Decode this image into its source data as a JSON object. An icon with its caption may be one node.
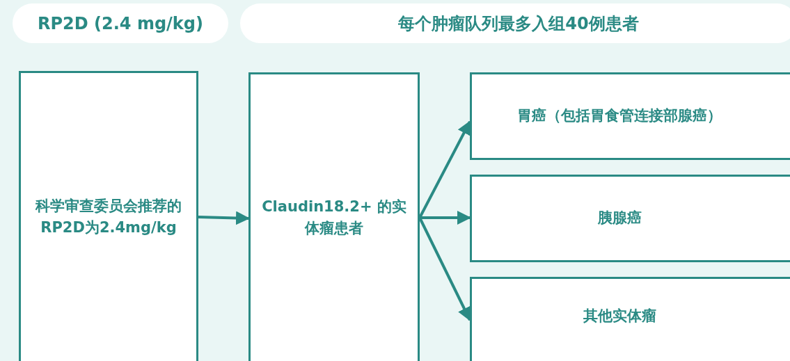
{
  "diagram": {
    "nodes": [
      {
        "text": [
          "RP2D (2.4 mg/kg)"
        ]
      },
      {
        "text": [
          "每个肿瘤队列最多入组40例患者"
        ]
      },
      {
        "text": [
          "科学审查委员会推荐的RP2D为2.4mg/kg"
        ]
      },
      {
        "text": [
          "Claudin18.2+ 的实体瘤患者"
        ]
      },
      {
        "text": [
          "胃癌（包括胃食管连接部腺癌）"
        ]
      },
      {
        "text": [
          "胰腺癌"
        ]
      },
      {
        "text": [
          "其他实体瘤"
        ]
      }
    ],
    "edges": [
      {
        "from": 2,
        "to": 3,
        "arrow": "to"
      },
      {
        "from": 3,
        "to": 4,
        "arrow": "to"
      },
      {
        "from": 3,
        "to": 5,
        "arrow": "to"
      },
      {
        "from": 3,
        "to": 6,
        "arrow": "to"
      }
    ]
  }
}
